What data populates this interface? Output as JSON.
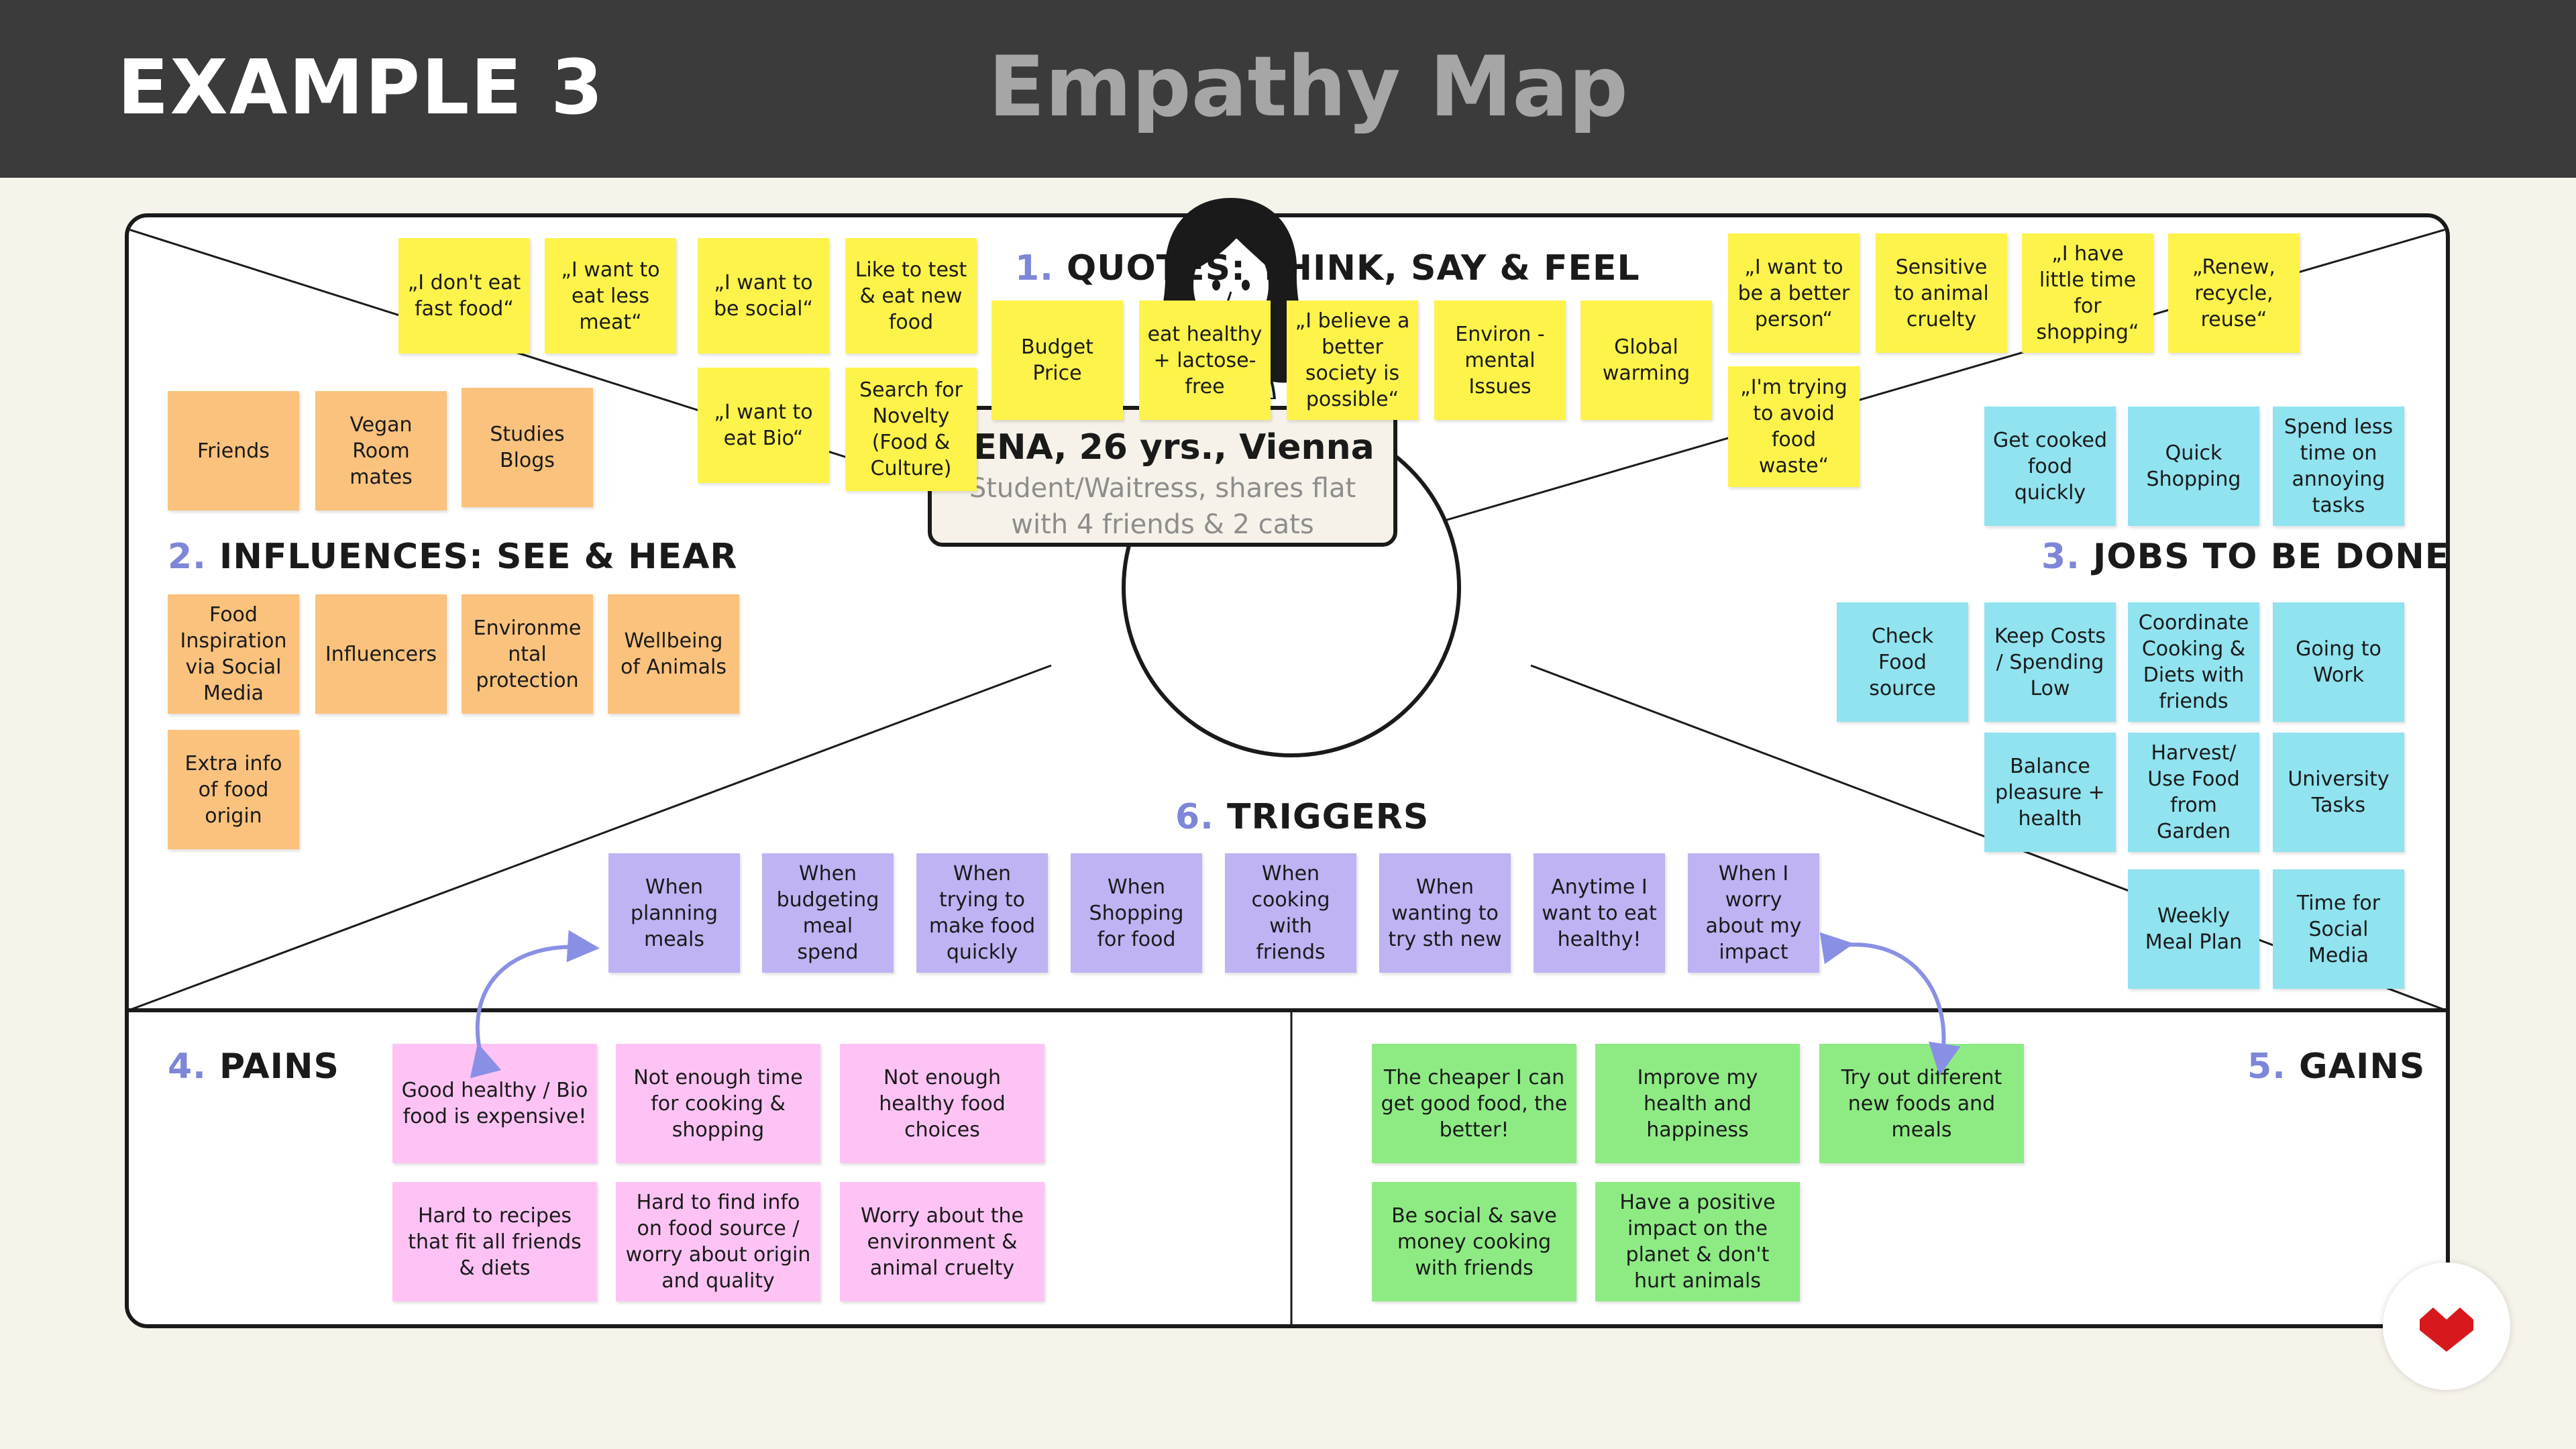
{
  "header": {
    "example_label": "EXAMPLE 3",
    "title": "Empathy Map"
  },
  "persona": {
    "name": "LENA, 26 yrs., Vienna",
    "description_line1": "Student/Waitress, shares flat",
    "description_line2": "with 4 friends & 2 cats"
  },
  "sections": {
    "quotes": {
      "num": "1.",
      "label": "QUOTES: THINK, SAY & FEEL"
    },
    "influences": {
      "num": "2.",
      "label": "INFLUENCES: SEE & HEAR"
    },
    "jobs": {
      "num": "3.",
      "label": "JOBS TO BE DONE"
    },
    "pains": {
      "num": "4.",
      "label": "PAINS"
    },
    "gains": {
      "num": "5.",
      "label": "GAINS"
    },
    "triggers": {
      "num": "6.",
      "label": "TRIGGERS"
    }
  },
  "quotes": [
    "„I don't eat fast food“",
    "„I want to eat less meat“",
    "„I want to be social“",
    "Like to test & eat new food",
    "„I want to eat Bio“",
    "Search for Novelty (Food & Culture)",
    "Budget Price",
    "eat healthy + lactose-free",
    "„I believe a better society is possible“",
    "Environ -mental Issues",
    "Global warming",
    "„I want to be a better person“",
    "Sensitive to animal cruelty",
    "„I have little time for shopping“",
    "„Renew, recycle, reuse“",
    "„I'm trying to avoid food waste“"
  ],
  "influences": [
    "Friends",
    "Vegan Room mates",
    "Studies Blogs",
    "Food Inspiration via Social Media",
    "Influencers",
    "Environme ntal protection",
    "Wellbeing of Animals",
    "Extra info of food origin"
  ],
  "jobs": [
    "Get cooked food quickly",
    "Quick Shopping",
    "Spend less time on annoying tasks",
    "Check Food source",
    "Keep Costs / Spending Low",
    "Coordinate Cooking & Diets with friends",
    "Going to Work",
    "Balance pleasure + health",
    "Harvest/ Use Food from Garden",
    "University Tasks",
    "Weekly Meal Plan",
    "Time for Social Media"
  ],
  "triggers": [
    "When planning meals",
    "When budgeting meal spend",
    "When trying to make food quickly",
    "When Shopping for food",
    "When cooking with friends",
    "When wanting to try sth new",
    "Anytime I want to eat healthy!",
    "When I worry about my impact"
  ],
  "pains": [
    "Good healthy / Bio food is expensive!",
    "Not enough time for cooking & shopping",
    "Not enough healthy food choices",
    "Hard to recipes that fit all friends & diets",
    "Hard to find info on food source / worry about origin and quality",
    "Worry about the environment & animal cruelty"
  ],
  "gains": [
    "The cheaper I can get good food, the better!",
    "Improve my health and happiness",
    "Try out different new foods and meals",
    "Be social & save money cooking with friends",
    "Have a positive impact on the planet & don't hurt animals"
  ],
  "colors": {
    "quotes": "#fef34a",
    "influences": "#fbc27d",
    "jobs": "#90e3ef",
    "triggers": "#bfb3f4",
    "pains": "#fec3f4",
    "gains": "#8eeb84",
    "accent": "#7e86d8",
    "header_bg": "#3b3b3b"
  },
  "icons": {
    "avatar": "woman-avatar-icon",
    "arrows": "curved-double-arrow-icon",
    "logo": "brand-logo-icon"
  }
}
